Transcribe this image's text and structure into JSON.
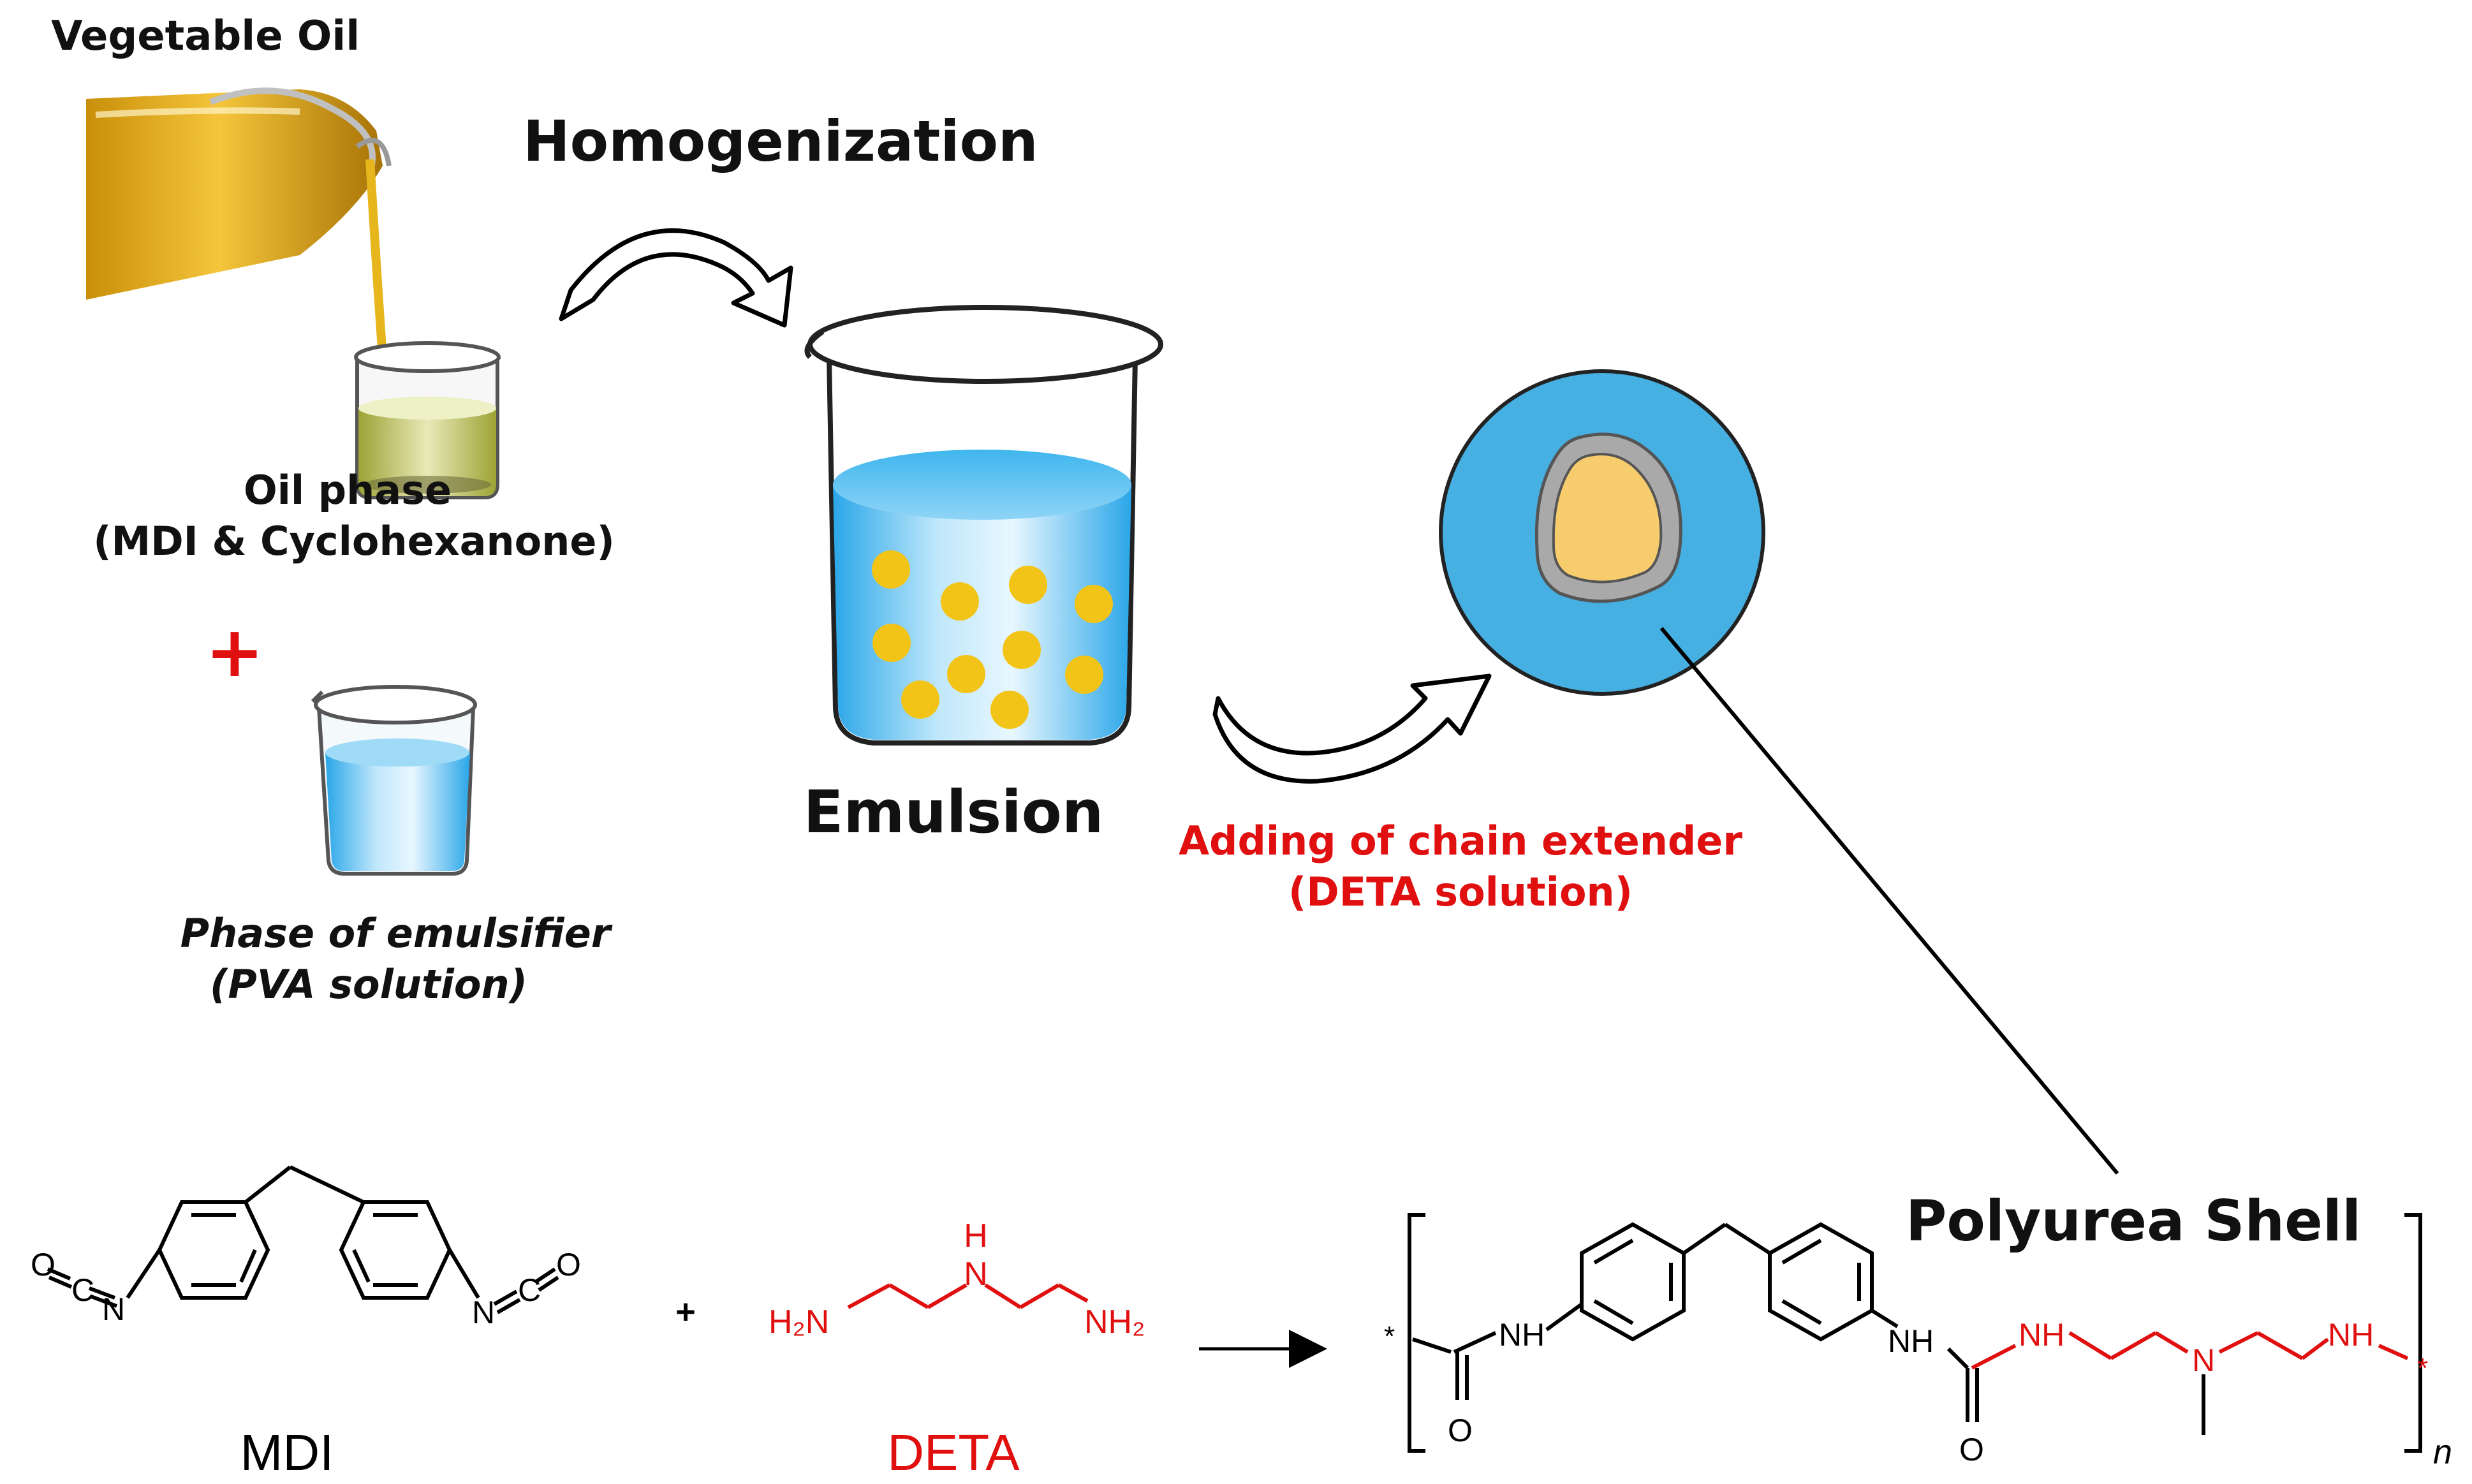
{
  "labels": {
    "vegetable_oil": "Vegetable Oil",
    "homogenization": "Homogenization",
    "oil_phase": "Oil phase",
    "oil_phase_detail": "(MDI & Cyclohexanone)",
    "plus": "+",
    "emulsifier_phase": "Phase of emulsifier",
    "emulsifier_detail": "(PVA solution)",
    "emulsion": "Emulsion",
    "chain_extender": "Adding of chain extender",
    "chain_extender_detail": "(DETA solution)",
    "polyurea_shell": "Polyurea Shell"
  },
  "chemistry": {
    "mdi_name": "MDI",
    "deta_name": "DETA",
    "plus": "+",
    "atom_o": "O",
    "atom_c": "C",
    "atom_n": "N",
    "atom_h": "H",
    "atom_h2n": "H₂N",
    "atom_nh": "NH",
    "atom_nh2": "NH₂",
    "star": "*",
    "repeat": "n"
  },
  "colors": {
    "red": "#e01010",
    "water_blue": "#3fb6ee",
    "droplet_yellow": "#f2c418",
    "capsule_blue": "#46b0e2",
    "shell_gray": "#a9a9a9",
    "core_yellow": "#f6cc6c"
  }
}
